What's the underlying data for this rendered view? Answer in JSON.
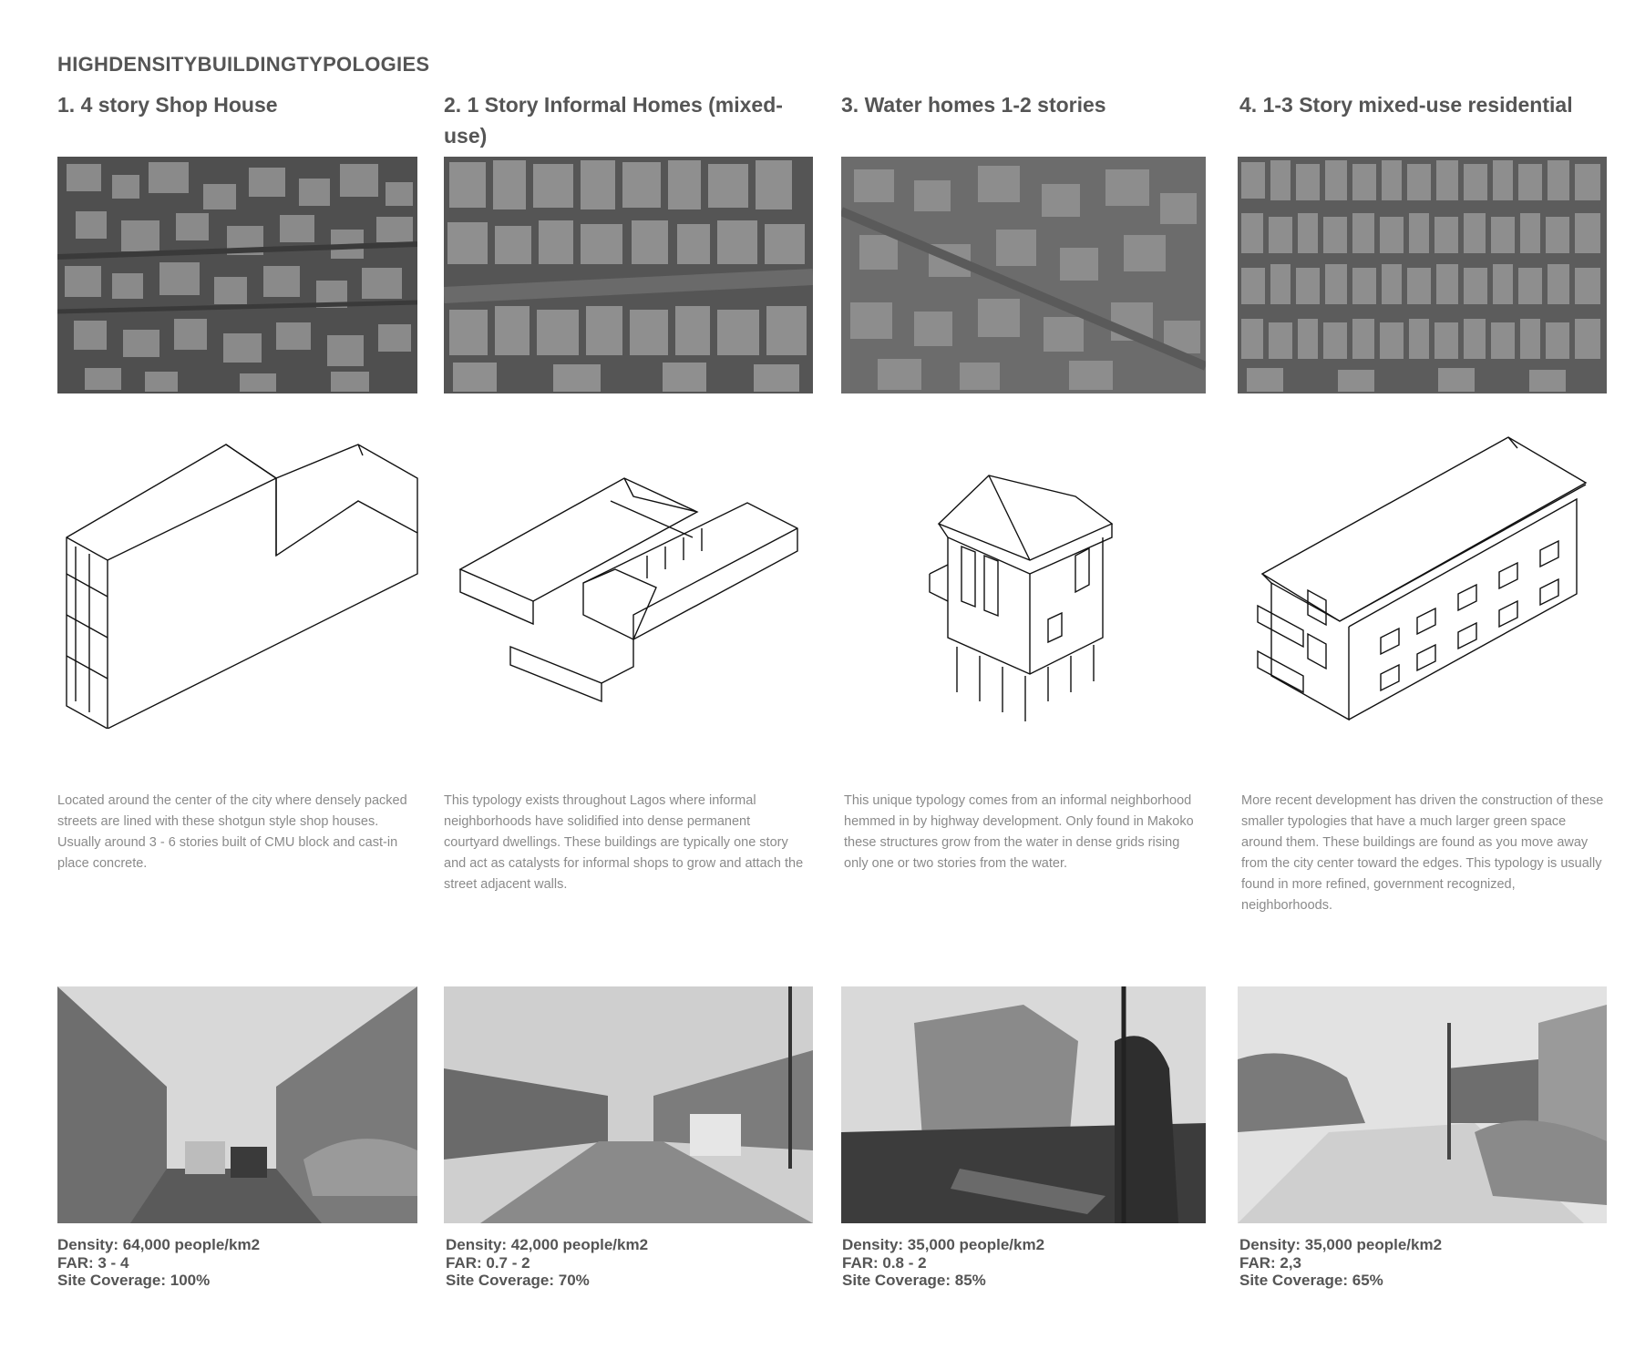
{
  "heading": "HIGHDENSITYBUILDINGTYPOLOGIES",
  "typologies": [
    {
      "title": "1. 4 story Shop House",
      "description": "Located around the center of the city where densely packed streets are lined with these shotgun style shop houses. Usually around 3 - 6 stories built of CMU block and cast-in place concrete.",
      "density": "Density: 64,000 people/km2",
      "far": "FAR: 3 - 4",
      "coverage": "Site Coverage: 100%"
    },
    {
      "title": "2. 1 Story Informal Homes (mixed-use)",
      "description": "This typology exists throughout Lagos where informal neighborhoods have solidified into dense permanent courtyard dwellings. These buildings are typically one story and act as catalysts for informal shops to grow and attach the street adjacent walls.",
      "density": "Density: 42,000 people/km2",
      "far": "FAR: 0.7 - 2",
      "coverage": "Site Coverage: 70%"
    },
    {
      "title": "3. Water homes 1-2 stories",
      "description": "This unique typology comes from an informal neighborhood hemmed in by highway development. Only found in Makoko these structures grow from the water in dense grids rising only one or two stories from the water.",
      "density": "Density: 35,000 people/km2",
      "far": "FAR: 0.8 - 2",
      "coverage": "Site Coverage: 85%"
    },
    {
      "title": "4. 1-3 Story mixed-use residential",
      "description": "More recent development has driven the construction of these smaller typologies that have a much larger green space around them. These buildings are found as you move away from the city center toward the edges. This typology is usually found in more refined, government recognized, neighborhoods.",
      "density": "Density: 35,000 people/km2",
      "far": "FAR: 2,3",
      "coverage": "Site Coverage: 65%"
    }
  ]
}
